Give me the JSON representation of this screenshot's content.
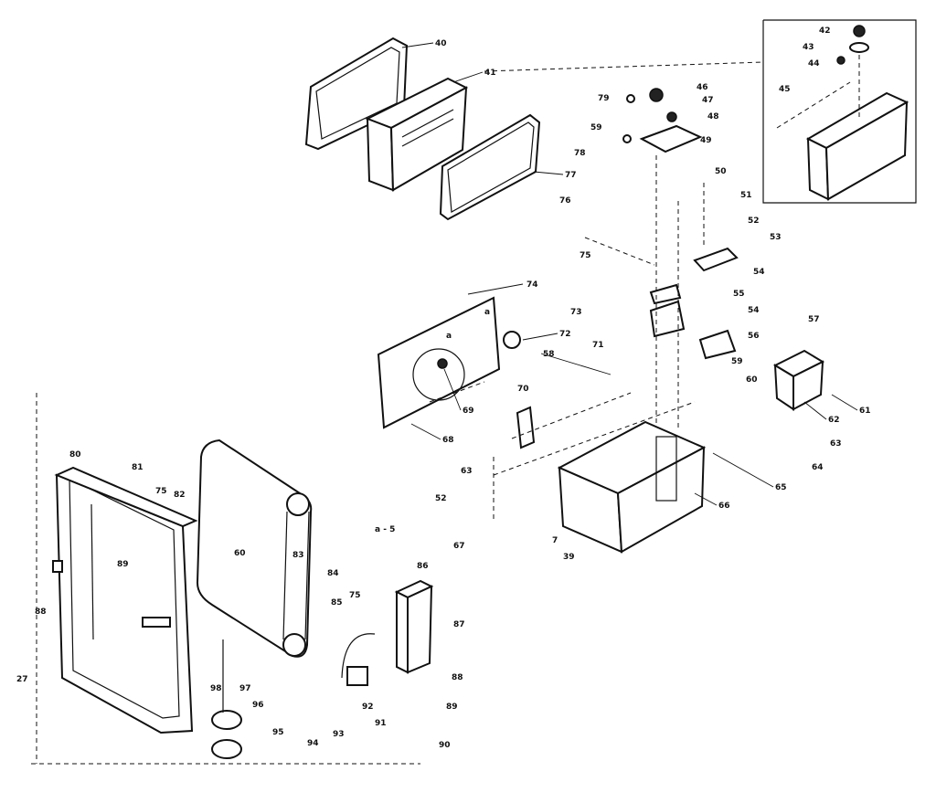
{
  "labels": {
    "l40": "40",
    "l41": "41",
    "l42": "42",
    "l43": "43",
    "l44": "44",
    "l45": "45",
    "l46": "46",
    "l47": "47",
    "l48": "48",
    "l49": "49",
    "l50": "50",
    "l51": "51",
    "l52a": "52",
    "l53": "53",
    "l54a": "54",
    "l55": "55",
    "l54b": "54",
    "l56": "56",
    "l57": "57",
    "l58": "58",
    "l59a": "59",
    "l59b": "59",
    "l60a": "60",
    "l61": "61",
    "l62": "62",
    "l63a": "63",
    "l63b": "63",
    "l64": "64",
    "l65": "65",
    "l66": "66",
    "l67": "67",
    "l68": "68",
    "l69": "69",
    "l70": "70",
    "l71": "71",
    "l72": "72",
    "l73": "73",
    "l74": "74",
    "l75a": "75",
    "l76": "76",
    "l77": "77",
    "l78": "78",
    "l79": "79",
    "l52b": "52",
    "l7": "7",
    "l39": "39",
    "l80": "80",
    "l81": "81",
    "l75b": "75",
    "l82": "82",
    "l60b": "60",
    "l83": "83",
    "l84": "84",
    "l85": "85",
    "l75c": "75",
    "l86": "86",
    "l87": "87",
    "l88": "88",
    "l89": "89",
    "l90": "90",
    "l91": "91",
    "l92": "92",
    "l93": "93",
    "l94": "94",
    "l95": "95",
    "l96": "96",
    "l97": "97",
    "l98": "98",
    "l89b": "89",
    "l88b": "88",
    "l27": "27",
    "lref": "a - 5",
    "la1": "a",
    "la2": "a"
  }
}
